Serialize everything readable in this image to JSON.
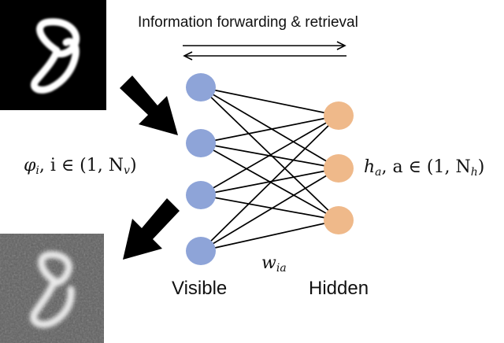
{
  "title": "Information forwarding & retrieval",
  "labels": {
    "visible": "Visible",
    "hidden": "Hidden"
  },
  "math": {
    "visible_units": {
      "sym": "φ",
      "sub": "i",
      "rest": ",  i ∈ (1, N",
      "sub2": "v",
      "close": ")"
    },
    "hidden_units": {
      "sym": "h",
      "sub": "a",
      "rest": ",  a ∈ (1, N",
      "sub2": "h",
      "close": ")"
    },
    "weight": {
      "sym": "w",
      "sub": "ia"
    }
  },
  "network": {
    "visible_count": 4,
    "hidden_count": 3,
    "fully_connected": true
  },
  "colors": {
    "visible_node": "#8ea4d8",
    "hidden_node": "#efb98a",
    "edge": "#000000",
    "input_bg": "#000000",
    "reconstruction_bg": "#5f5f5f"
  },
  "images": {
    "input_digit": "8",
    "reconstructed_digit": "8"
  }
}
